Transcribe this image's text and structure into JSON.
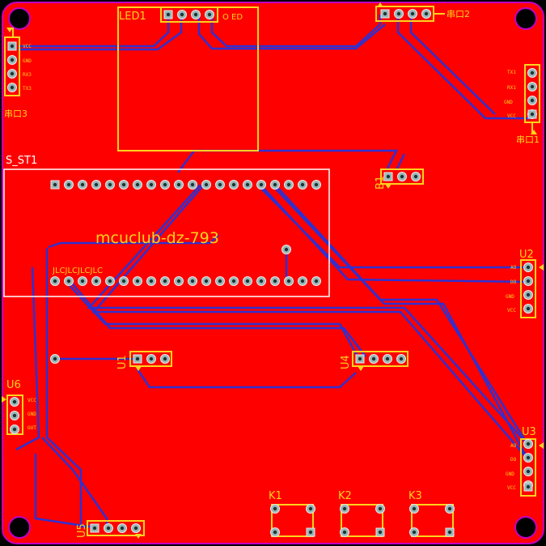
{
  "board": {
    "copper_color": "#ff0000",
    "outline_color": "#c400c4",
    "trace_color": "#3030d0",
    "silk_color": "#ffd21e",
    "pad_color": "#8fbcbc",
    "module_outline_color": "#ffffff"
  },
  "labels": {
    "led1": "LED1",
    "led_oled": "O ED",
    "s_st1": "S_ST1",
    "mcuclub": "mcuclub-dz-793",
    "jlc": "JLCJLCJLCJLC",
    "b1": "B1",
    "u1": "U1",
    "u2": "U2",
    "u3": "U3",
    "u4": "U4",
    "u5": "U5",
    "u6": "U6",
    "k1": "K1",
    "k2": "K2",
    "k3": "K3",
    "uart2": "串口2",
    "uart3": "串口3",
    "uart1": "串口1"
  },
  "pin_labels": {
    "uart3": [
      "VCC",
      "GND",
      "RX3",
      "TX3"
    ],
    "uart1": [
      "TX1",
      "RX1",
      "GND",
      "VCC"
    ],
    "u2": [
      "AO",
      "DO",
      "GND",
      "VCC"
    ],
    "u3": [
      "AO",
      "DO",
      "GND",
      "VCC"
    ],
    "u6": [
      "VCC",
      "GND",
      "OUT"
    ]
  },
  "icons": [
    "mounting-hole-icon",
    "pad-icon",
    "pin1-arrow-icon"
  ]
}
